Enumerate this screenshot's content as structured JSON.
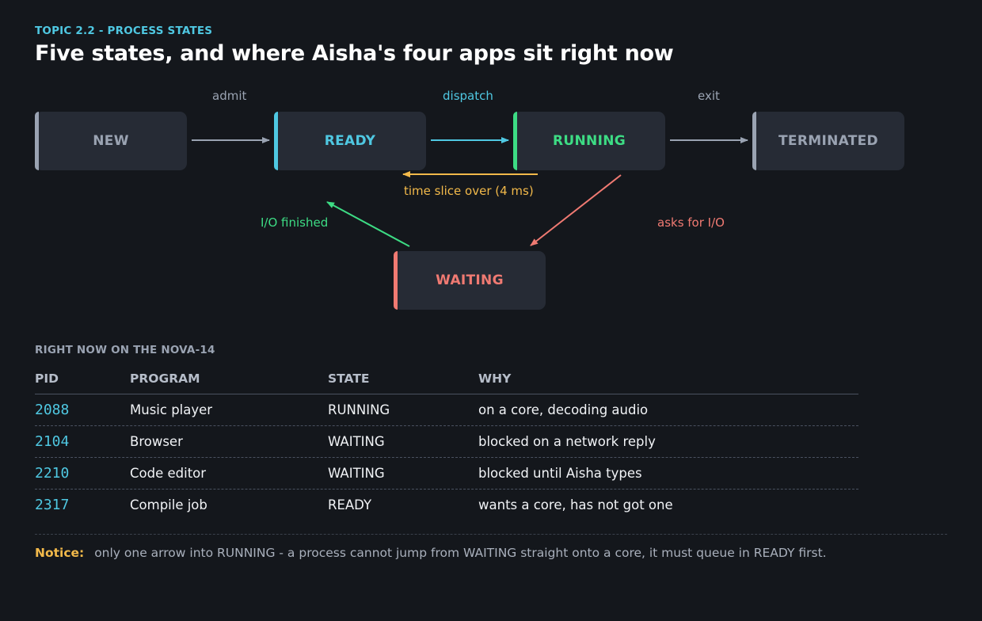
{
  "header": {
    "kicker": "TOPIC 2.2  -  PROCESS STATES",
    "title": "Five states, and where Aisha's four apps sit right now"
  },
  "colors": {
    "new": "#9aa3b2",
    "ready": "#4fc8e2",
    "running": "#3ddc84",
    "terminated": "#9aa3b2",
    "waiting": "#f07a72",
    "timeslice": "#f2b94a",
    "neutral_arrow": "#9aa3b2"
  },
  "states": {
    "new": "NEW",
    "ready": "READY",
    "running": "RUNNING",
    "terminated": "TERMINATED",
    "waiting": "WAITING"
  },
  "transitions": {
    "admit": "admit",
    "dispatch": "dispatch",
    "exit": "exit",
    "timeslice": "time slice over (4 ms)",
    "io_finished": "I/O finished",
    "asks_io": "asks for I/O"
  },
  "table": {
    "caption": "RIGHT NOW ON THE NOVA-14",
    "headers": {
      "pid": "PID",
      "program": "PROGRAM",
      "state": "STATE",
      "why": "WHY"
    },
    "rows": [
      {
        "pid": "2088",
        "program": "Music player",
        "state": "RUNNING",
        "why": "on a core, decoding audio"
      },
      {
        "pid": "2104",
        "program": "Browser",
        "state": "WAITING",
        "why": "blocked on a network reply"
      },
      {
        "pid": "2210",
        "program": "Code editor",
        "state": "WAITING",
        "why": "blocked until Aisha types"
      },
      {
        "pid": "2317",
        "program": "Compile job",
        "state": "READY",
        "why": "wants a core, has not got one"
      }
    ]
  },
  "notice": {
    "lead": "Notice:",
    "text": "only one arrow into RUNNING - a process cannot jump from WAITING straight onto a core, it must queue in READY first."
  }
}
